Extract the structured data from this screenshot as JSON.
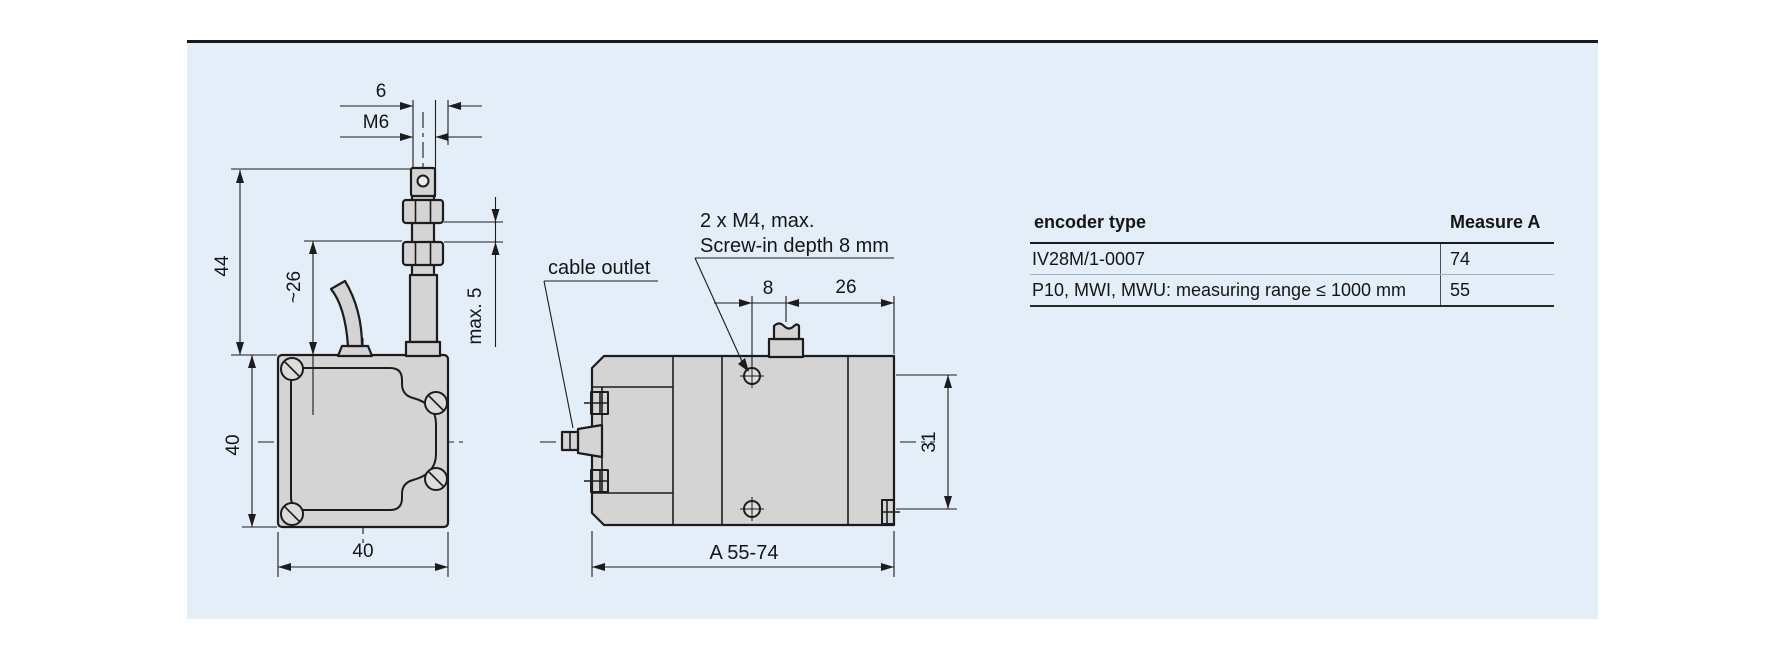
{
  "panel": {
    "background": "#e3eef8",
    "top_rule_color": "#1a1a1a",
    "drawing_fill": "#d4d4d4",
    "line_color": "#1c1c1c"
  },
  "front_view": {
    "dim_tip_width": "6",
    "dim_thread": "M6",
    "dim_rod_height": "44",
    "dim_wire_exit": "~26",
    "dim_nut_play": "max. 5",
    "dim_body_height": "40",
    "dim_body_width": "40"
  },
  "side_view": {
    "cable_outlet_label": "cable outlet",
    "screw_note_line1": "2 x M4, max.",
    "screw_note_line2": "Screw-in depth 8 mm",
    "dim_hole_offset": "8",
    "dim_hole_to_edge": "26",
    "dim_hole_spacing": "31",
    "dim_length": "A 55-74"
  },
  "table": {
    "col_type": "encoder type",
    "col_measure": "Measure A",
    "rows": [
      {
        "type": "IV28M/1-0007",
        "measure_a": "74"
      },
      {
        "type": "P10, MWI, MWU: measuring range ≤ 1000 mm",
        "measure_a": "55"
      }
    ]
  }
}
